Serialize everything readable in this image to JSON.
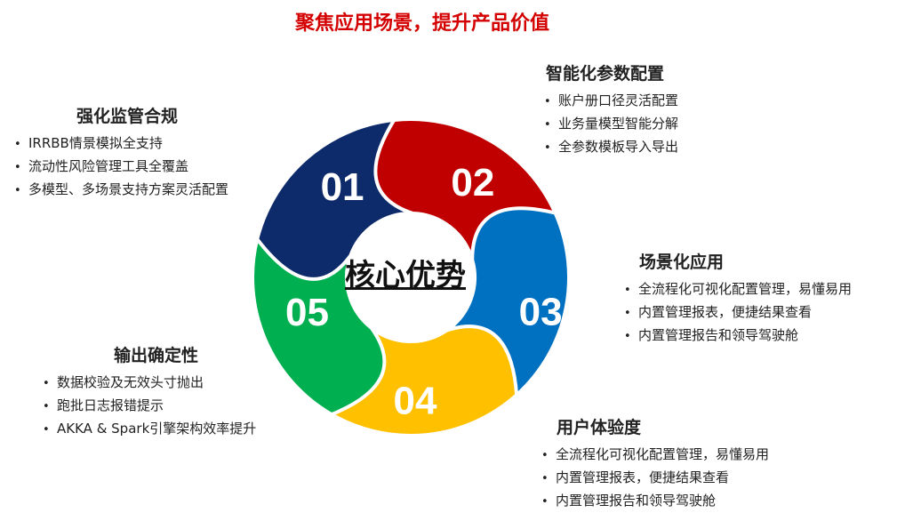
{
  "title": "聚焦应用场景，提升产品价值",
  "center_label": "核心优势",
  "segments": [
    {
      "number": "01",
      "color": "#0d2a6b"
    },
    {
      "number": "02",
      "color": "#c00000"
    },
    {
      "number": "03",
      "color": "#0070c0"
    },
    {
      "number": "04",
      "color": "#ffc000"
    },
    {
      "number": "05",
      "color": "#00b050"
    }
  ],
  "blocks": [
    {
      "heading": "强化监管合规",
      "items": [
        "IRRBB情景模拟全支持",
        "流动性风险管理工具全覆盖",
        "多模型、多场景支持方案灵活配置"
      ]
    },
    {
      "heading": "智能化参数配置",
      "items": [
        "账户册口径灵活配置",
        "业务量模型智能分解",
        "全参数模板导入导出"
      ]
    },
    {
      "heading": "场景化应用",
      "items": [
        "全流程化可视化配置管理，易懂易用",
        "内置管理报表，便捷结果查看",
        "内置管理报告和领导驾驶舱"
      ]
    },
    {
      "heading": "用户体验度",
      "items": [
        "全流程化可视化配置管理，易懂易用",
        "内置管理报表，便捷结果查看",
        "内置管理报告和领导驾驶舱"
      ]
    },
    {
      "heading": "输出确定性",
      "items": [
        "数据校验及无效头寸抛出",
        "跑批日志报错提示",
        "AKKA & Spark引擎架构效率提升"
      ]
    }
  ]
}
